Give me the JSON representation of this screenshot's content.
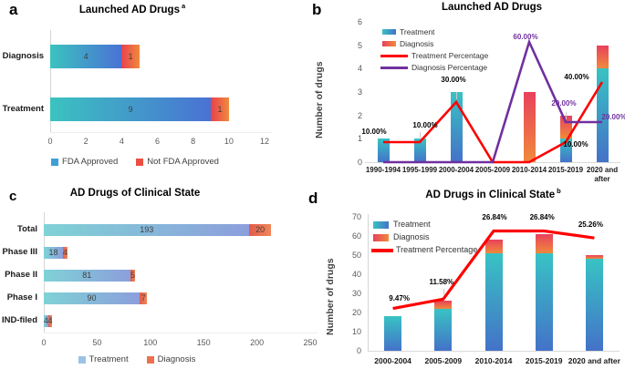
{
  "panels": {
    "a": {
      "letter": "a",
      "title": "Launched AD Drugs",
      "title_sup": "a",
      "chart_data": {
        "type": "bar",
        "orientation": "horizontal",
        "stacked": true,
        "categories": [
          "Diagnosis",
          "Treatment"
        ],
        "series": [
          {
            "name": "FDA Approved",
            "values": [
              4,
              9
            ]
          },
          {
            "name": "Not FDA Approved",
            "values": [
              1,
              1
            ]
          }
        ],
        "xlim": [
          0,
          12
        ],
        "xticks": [
          0,
          2,
          4,
          6,
          8,
          10,
          12
        ],
        "grid": false,
        "legend_position": "bottom"
      }
    },
    "b": {
      "letter": "b",
      "title": "Launched AD Drugs",
      "ylabel": "Number of drugs",
      "chart_data": {
        "type": "combo",
        "categories": [
          "1990-1994",
          "1995-1999",
          "2000-2004",
          "2005-2009",
          "2010-2014",
          "2015-2019",
          "2020 and after"
        ],
        "bar_series": [
          {
            "name": "Treatment",
            "values": [
              1,
              1,
              3,
              0,
              0,
              1,
              4
            ]
          },
          {
            "name": "Diagnosis",
            "values": [
              0,
              0,
              0,
              0,
              3,
              1,
              1
            ]
          }
        ],
        "line_series": [
          {
            "name": "Treatment Percentage",
            "values": [
              10,
              10,
              30,
              0,
              0,
              10,
              40
            ],
            "color": "#FF0000"
          },
          {
            "name": "Diagnosis Percentage",
            "values": [
              0,
              0,
              0,
              0,
              60,
              20,
              20
            ],
            "color": "#7030A0"
          }
        ],
        "ylim": [
          0,
          6
        ],
        "yticks": [
          0,
          1,
          2,
          3,
          4,
          5,
          6
        ],
        "y2lim": [
          0,
          70
        ],
        "grid": false,
        "legend_position": "top-left",
        "point_labels": [
          {
            "series": 0,
            "i": 0,
            "text": "10.00%",
            "color": "#000000",
            "dx": -10,
            "dy": -12
          },
          {
            "series": 0,
            "i": 1,
            "text": "10.00%",
            "color": "#000000",
            "dx": 6,
            "dy": -19,
            "leader": true
          },
          {
            "series": 0,
            "i": 2,
            "text": "30.00%",
            "color": "#000000",
            "dx": -3,
            "dy": -25,
            "leader": true
          },
          {
            "series": 1,
            "i": 4,
            "text": "60.00%",
            "color": "#7030A0",
            "dx": -4,
            "dy": -6
          },
          {
            "series": 1,
            "i": 5,
            "text": "20.00%",
            "color": "#7030A0",
            "dx": -2,
            "dy": -21,
            "leader": true
          },
          {
            "series": 0,
            "i": 5,
            "text": "10.00%",
            "color": "#000000",
            "dx": 11,
            "dy": 2
          },
          {
            "series": 0,
            "i": 6,
            "text": "40.00%",
            "color": "#000000",
            "dx": -28,
            "dy": -6
          },
          {
            "series": 1,
            "i": 6,
            "text": "20.00%",
            "color": "#7030A0",
            "dx": 13,
            "dy": -6
          }
        ]
      }
    },
    "c": {
      "letter": "c",
      "title": "AD Drugs of Clinical State",
      "chart_data": {
        "type": "bar",
        "orientation": "horizontal",
        "stacked": true,
        "categories": [
          "Total",
          "Phase III",
          "Phase II",
          "Phase I",
          "IND-filed"
        ],
        "series": [
          {
            "name": "Treatment",
            "values": [
              193,
              18,
              81,
              90,
              4
            ]
          },
          {
            "name": "Diagnosis",
            "values": [
              20,
              4,
              5,
              7,
              4
            ]
          }
        ],
        "xlim": [
          0,
          250
        ],
        "xticks": [
          0,
          50,
          100,
          150,
          200,
          250
        ],
        "grid": false,
        "legend_position": "bottom"
      }
    },
    "d": {
      "letter": "d",
      "title": "AD Drugs in Clinical State",
      "title_sup": "b",
      "ylabel": "Number of drugs",
      "chart_data": {
        "type": "combo",
        "categories": [
          "2000-2004",
          "2005-2009",
          "2010-2014",
          "2015-2019",
          "2020 and after"
        ],
        "bar_series": [
          {
            "name": "Treatment",
            "values": [
              18,
              22,
              51,
              51,
              48
            ]
          },
          {
            "name": "Diagnosis",
            "values": [
              0,
              4,
              7,
              10,
              2
            ]
          }
        ],
        "line_series": [
          {
            "name": "Treatment Percentage",
            "values": [
              9.47,
              11.58,
              26.84,
              26.84,
              25.26
            ],
            "color": "#FF0000"
          }
        ],
        "ylim": [
          0,
          70
        ],
        "yticks": [
          0,
          10,
          20,
          30,
          40,
          50,
          60,
          70
        ],
        "y2lim": [
          0,
          30
        ],
        "grid": false,
        "legend_position": "top-left",
        "point_labels": [
          {
            "series": 0,
            "i": 0,
            "text": "9.47%",
            "color": "#000000",
            "dx": 7,
            "dy": -12
          },
          {
            "series": 0,
            "i": 1,
            "text": "11.58%",
            "color": "#000000",
            "dx": -2,
            "dy": -19,
            "leader": true
          },
          {
            "series": 0,
            "i": 2,
            "text": "26.84%",
            "color": "#000000",
            "dx": 1,
            "dy": -15
          },
          {
            "series": 0,
            "i": 3,
            "text": "26.84%",
            "color": "#000000",
            "dx": -2,
            "dy": -15
          },
          {
            "series": 0,
            "i": 4,
            "text": "25.26%",
            "color": "#000000",
            "dx": -4,
            "dy": -15
          }
        ]
      }
    }
  },
  "colors": {
    "bar_treatment_gradient": [
      "#4472C8",
      "#38C3C4"
    ],
    "bar_diagnosis_gradient": [
      "#F08A3C",
      "#E8415C"
    ],
    "hbar_a_treatment": [
      "#3BC3C0",
      "#4A72D4"
    ],
    "hbar_a_diagnosis": [
      "#E8414E",
      "#F08A3C"
    ],
    "hbar_c_treatment": [
      "#7FD2D6",
      "#8C9EDC"
    ],
    "hbar_c_diagnosis": [
      "#E25B4B",
      "#F08658"
    ],
    "legend_a_swatches": [
      "#3E9FD9",
      "#EB4F41"
    ],
    "legend_c_swatches": [
      "#9CC3E5",
      "#ED7050"
    ],
    "line_red": "#FF0000",
    "line_purple": "#7030A0",
    "axis_line": "#D9D9D9",
    "tick_text": "#595959",
    "bar_value_label": "#3F3F3F"
  }
}
